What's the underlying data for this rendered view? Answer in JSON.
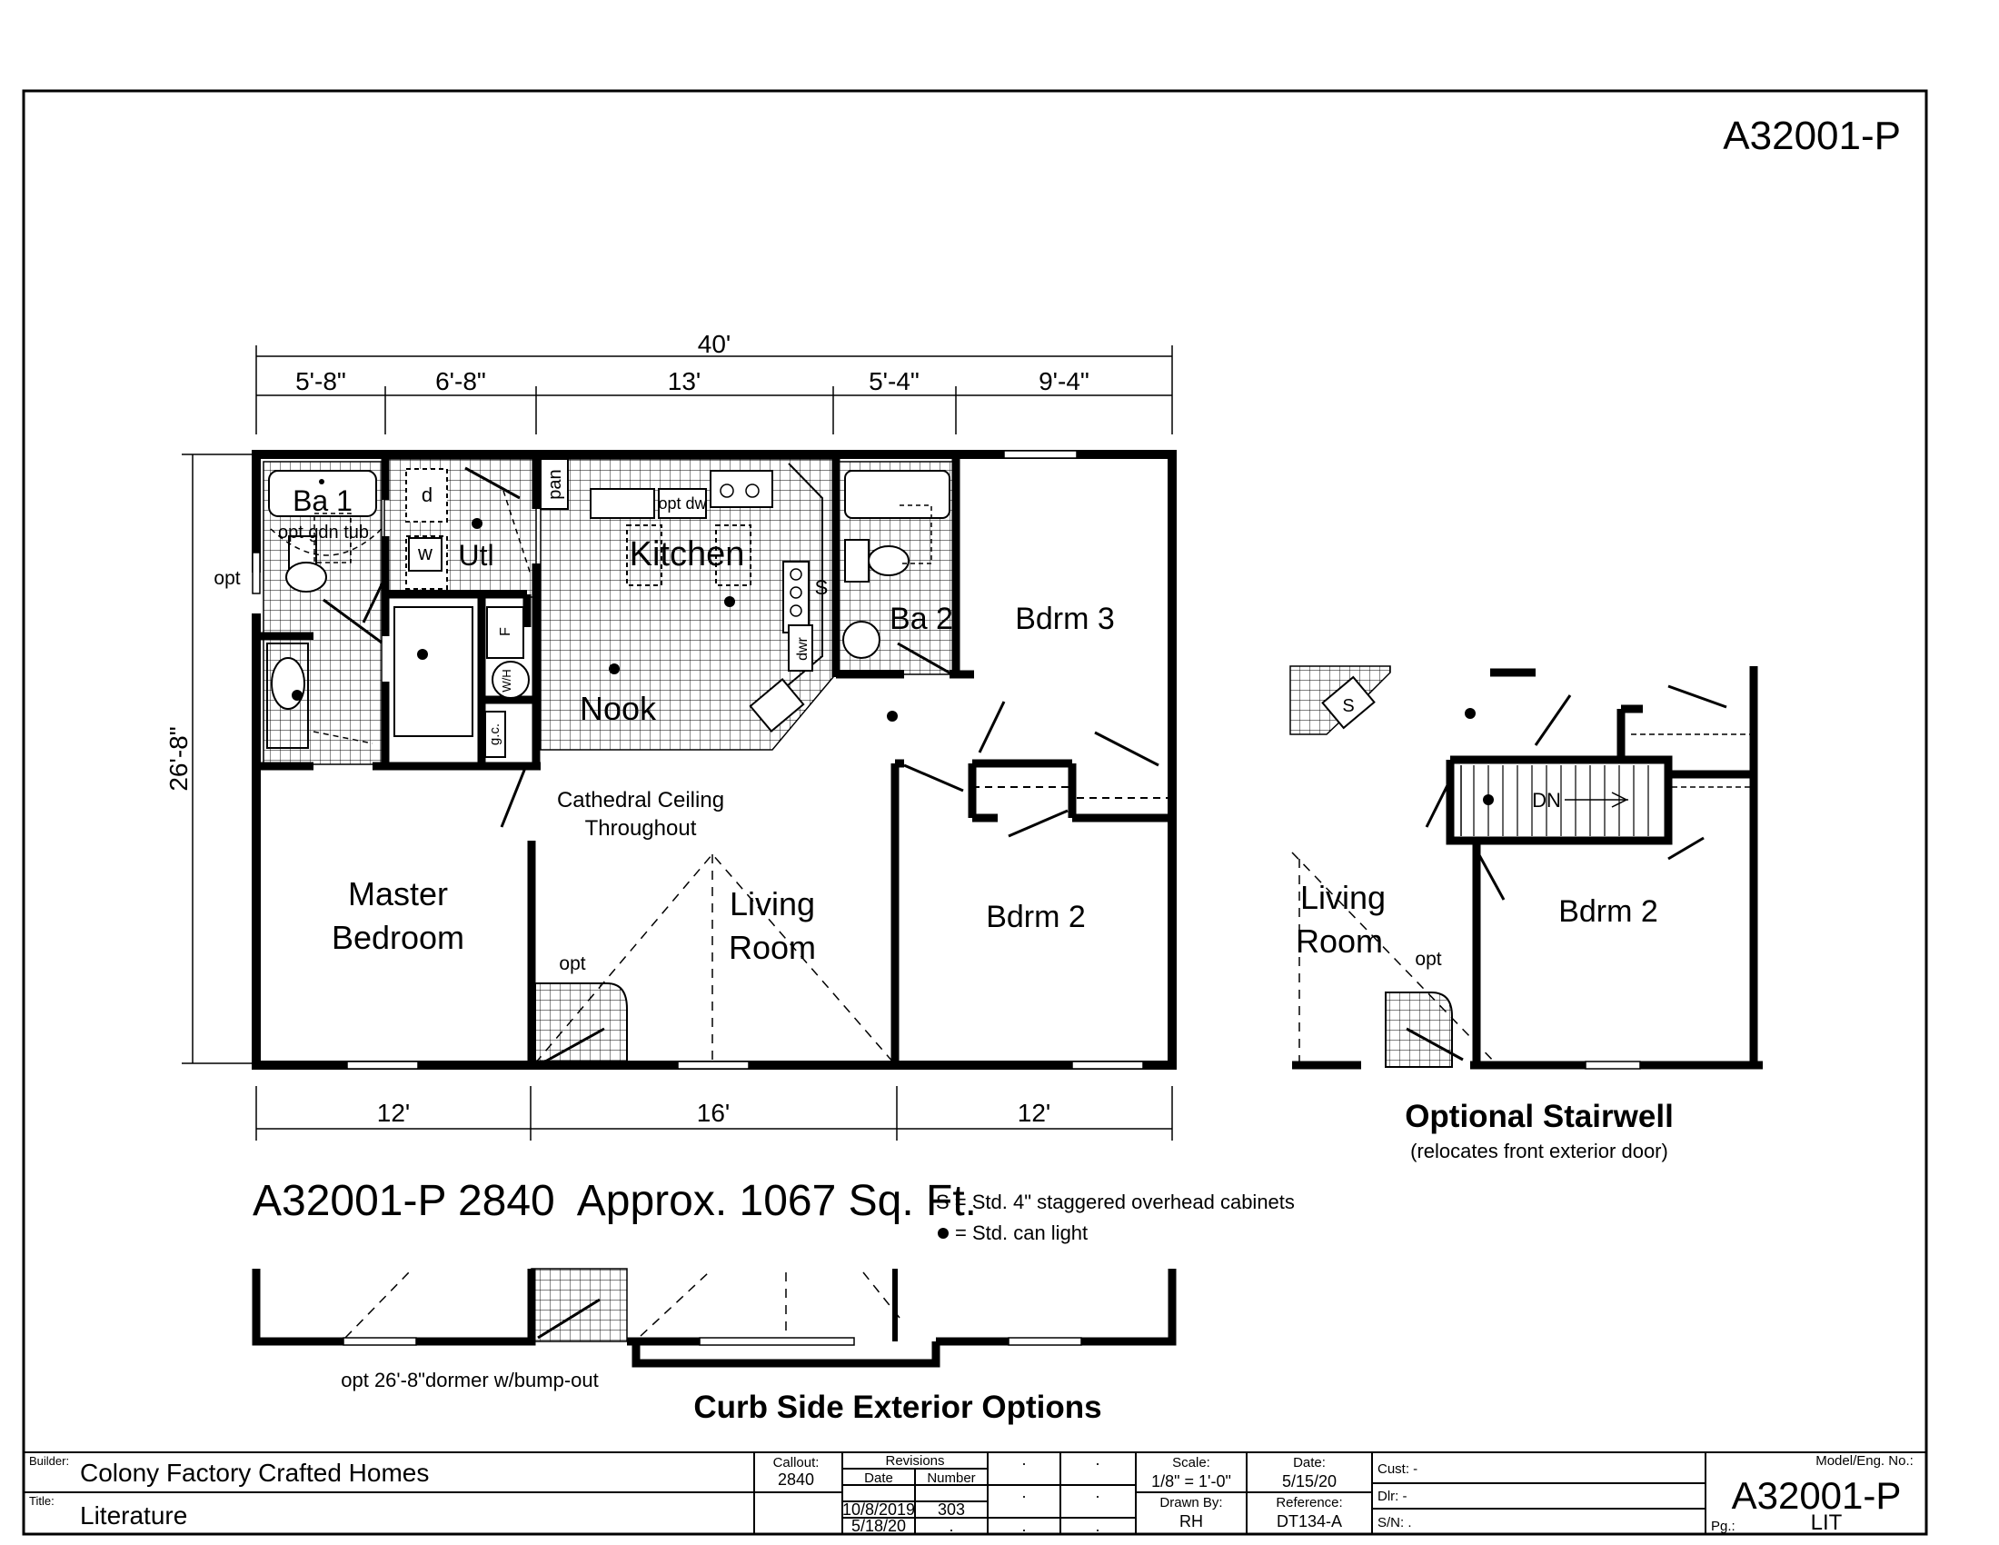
{
  "sheet": {
    "model_code": "A32001-P",
    "headline": "A32001-P 2840  Approx. 1067 Sq. Ft.",
    "legend": {
      "cabinet": "S = Std. 4\" staggered overhead cabinets",
      "light": "= Std. can light"
    }
  },
  "plan": {
    "dims_top": {
      "overall": "40'",
      "segments": [
        "5'-8\"",
        "6'-8\"",
        "13'",
        "5'-4\"",
        "9'-4\""
      ]
    },
    "dims_side": "26'-8\"",
    "dims_bottom": [
      "12'",
      "16'",
      "12'"
    ],
    "rooms": {
      "ba1": "Ba 1",
      "tub": "opt gdn tub",
      "opt_side": "opt",
      "d": "d",
      "w": "w",
      "utl": "Utl",
      "pan": "pan",
      "optdw": "opt dw",
      "kitchen": "Kitchen",
      "s": "S",
      "dwr": "dwr",
      "ba2": "Ba 2",
      "bdrm3": "Bdrm 3",
      "nook": "Nook",
      "wh": "W/H",
      "f": "F",
      "gc": "g.c.",
      "ceiling_1": "Cathedral Ceiling",
      "ceiling_2": "Throughout",
      "master_1": "Master",
      "master_2": "Bedroom",
      "living_1": "Living",
      "living_2": "Room",
      "bdrm2": "Bdrm 2",
      "opt_fp": "opt"
    }
  },
  "stairwell": {
    "title": "Optional Stairwell",
    "subtitle": "(relocates front exterior door)",
    "living_1": "Living",
    "living_2": "Room",
    "opt": "opt",
    "bdrm2": "Bdrm 2",
    "dn": "DN",
    "s": "S"
  },
  "curb": {
    "title": "Curb Side Exterior Options",
    "dormer": "opt 26'-8\"dormer w/bump-out"
  },
  "title_block": {
    "builder_label": "Builder:",
    "builder": "Colony Factory Crafted Homes",
    "title_label": "Title:",
    "title": "Literature",
    "callout_label": "Callout:",
    "callout": "2840",
    "revisions_label": "Revisions",
    "rev_date_label": "Date",
    "rev_number_label": "Number",
    "rev_rows": [
      {
        "date": "10/8/2019",
        "number": "303"
      },
      {
        "date": "5/18/20",
        "number": "."
      }
    ],
    "dot": ".",
    "scale_label": "Scale:",
    "scale": "1/8\" = 1'-0\"",
    "drawn_label": "Drawn By:",
    "drawn": "RH",
    "date_label": "Date:",
    "date": "5/15/20",
    "ref_label": "Reference:",
    "ref": "DT134-A",
    "cust": "Cust: -",
    "dlr": "Dlr:  -",
    "sn": "S/N:  .",
    "model_label": "Model/Eng. No.:",
    "model": "A32001-P",
    "pg_label": "Pg.:",
    "pg": "LIT"
  }
}
